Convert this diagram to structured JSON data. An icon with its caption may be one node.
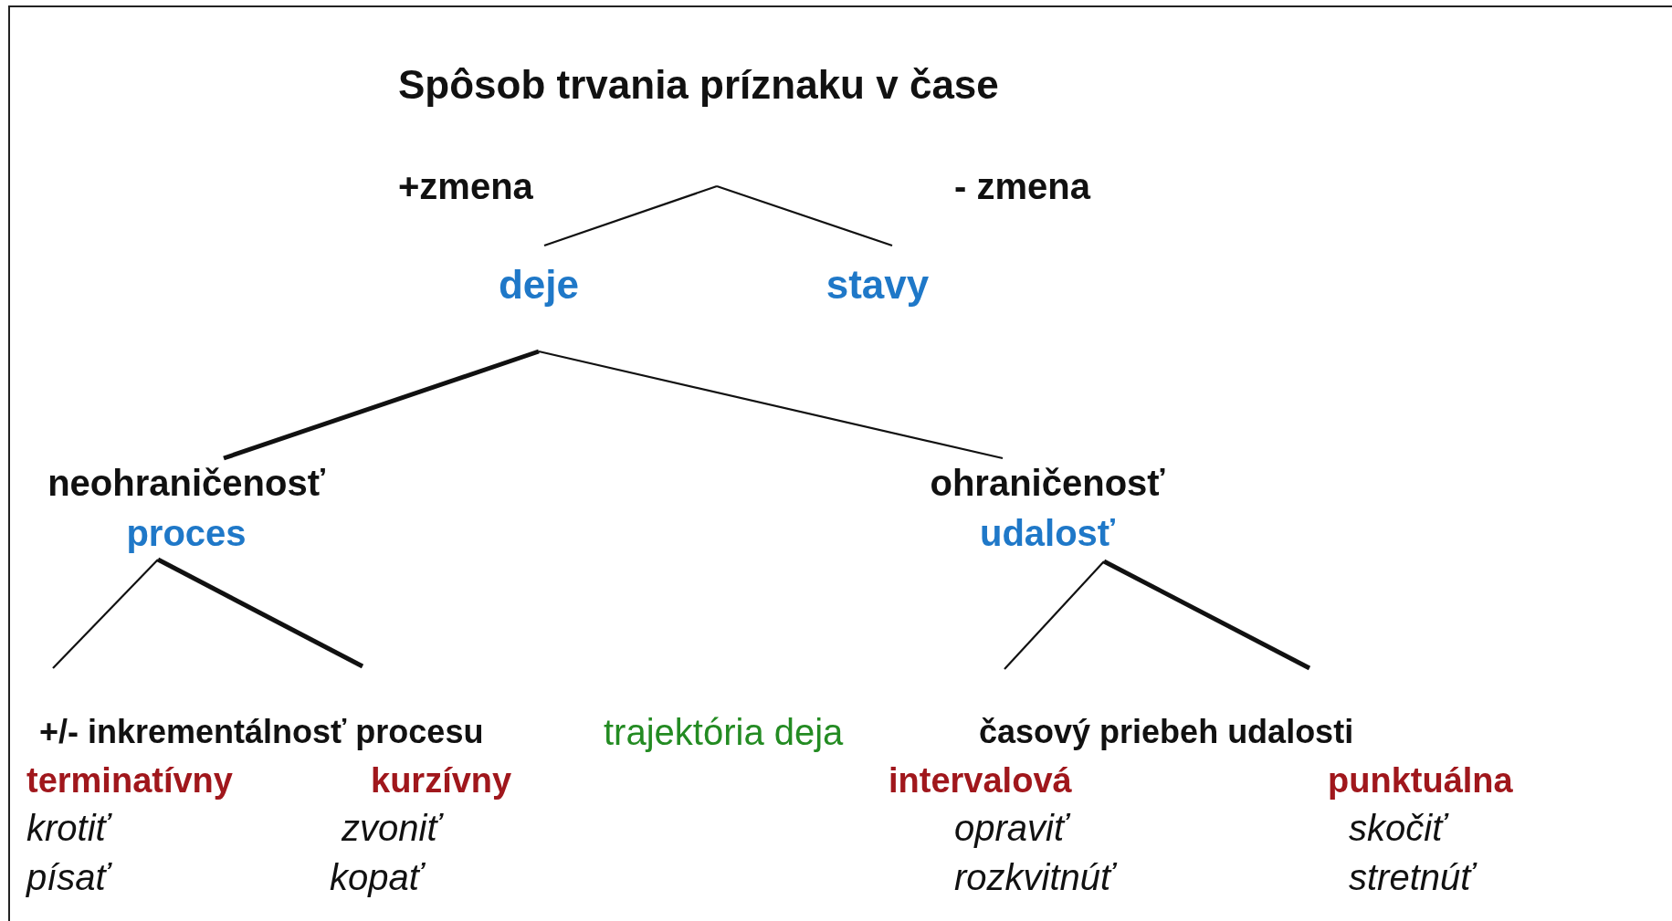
{
  "diagram": {
    "title": "Spôsob trvania príznaku v čase",
    "nodes": [
      {
        "text": [
          "deje"
        ]
      },
      {
        "text": [
          "stavy"
        ]
      },
      {
        "text": [
          "neohraničenosť",
          "proces"
        ]
      },
      {
        "text": [
          "ohraničenosť",
          "udalosť"
        ]
      }
    ],
    "edges": [
      {
        "from": null,
        "to": 0,
        "arrow": "none"
      },
      {
        "from": null,
        "to": 1,
        "arrow": "none"
      },
      {
        "from": 0,
        "to": 2,
        "arrow": "none",
        "style": "thick"
      },
      {
        "from": 0,
        "to": 3,
        "arrow": "none"
      },
      {
        "from": 2,
        "to": null,
        "arrow": "none"
      },
      {
        "from": 2,
        "to": null,
        "arrow": "none",
        "style": "thick"
      },
      {
        "from": 3,
        "to": null,
        "arrow": "none"
      },
      {
        "from": 3,
        "to": null,
        "arrow": "none",
        "style": "thick"
      }
    ],
    "labels": [
      "+zmena",
      "- zmena",
      "+/- inkrementálnosť procesu",
      "trajektória deja",
      "časový priebeh udalosti",
      "terminatívny",
      "kurzívny",
      "intervalová",
      "punktuálna",
      "krotiť",
      "zvoniť",
      "opraviť",
      "skočiť",
      "písať",
      "kopať",
      "rozkvitnúť",
      "stretnúť"
    ]
  }
}
